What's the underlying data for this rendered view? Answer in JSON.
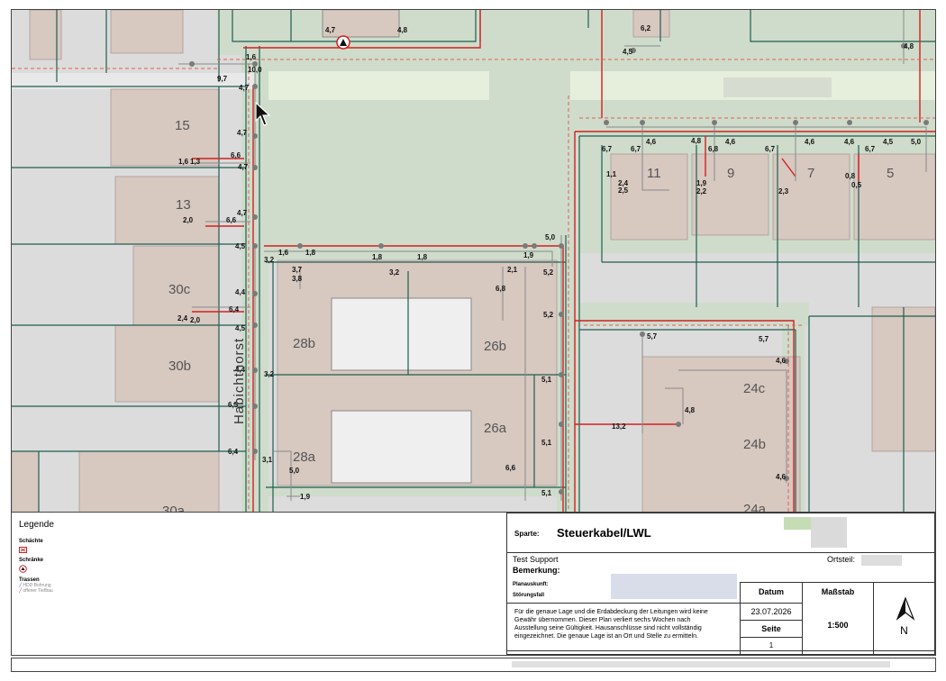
{
  "map": {
    "street_name": "Habichthorst",
    "house_numbers": [
      "15",
      "13",
      "30c",
      "30b",
      "30a",
      "28b",
      "28a",
      "26b",
      "26a",
      "24c",
      "24b",
      "24a",
      "11",
      "9",
      "7",
      "5"
    ],
    "labels": [
      "4,7",
      "4,8",
      "6,2",
      "4,5",
      "4,8",
      "1,6",
      "10,0",
      "9,7",
      "4,7",
      "4,7",
      "6,6",
      "1,6",
      "1,3",
      "4,7",
      "4,7",
      "2,0",
      "6,6",
      "4,5",
      "1,6",
      "1,8",
      "1,8",
      "1,8",
      "5,0",
      "3,2",
      "3,7",
      "3,8",
      "3,2",
      "1,9",
      "2,1",
      "5,2",
      "6,8",
      "4,4",
      "6,4",
      "2,4",
      "2,0",
      "4,5",
      "5,2",
      "4,4",
      "3,2",
      "5,1",
      "6,5",
      "5,7",
      "5,7",
      "4,6",
      "4,8",
      "13,2",
      "6,4",
      "3,1",
      "5,0",
      "5,1",
      "6,6",
      "1,9",
      "5,1",
      "4,6",
      "6,7",
      "6,7",
      "4,6",
      "4,8",
      "6,8",
      "4,6",
      "6,7",
      "4,6",
      "4,6",
      "6,7",
      "4,5",
      "5,0",
      "1,1",
      "2,4",
      "2,5",
      "1,9",
      "2,2",
      "2,3",
      "0,8",
      "0,5"
    ]
  },
  "legend": {
    "title": "Legende",
    "schaechte": "Schächte",
    "schraenke": "Schränke",
    "trassen": "Trassen",
    "hdd": "HDD Bohrung",
    "tiefbau": "offener Tiefbau"
  },
  "info": {
    "sparte_label": "Sparte:",
    "sparte_value": "Steuerkabel/LWL",
    "company": "Test Support",
    "bemerkung_label": "Bemerkung:",
    "ortsteil_label": "Ortsteil:",
    "planauskunft_label": "Planauskunft:",
    "stoerungsfall_label": "Störungsfall",
    "disclaimer": "Für die genaue Lage und die Erdabdeckung der Leitungen wird keine Gewähr übernommen. Dieser Plan verliert sechs Wochen nach Ausstellung seine Gültigkeit. Hausanschlüsse sind nicht vollständig eingezeichnet. Die genaue Lage ist an Ort und Stelle zu ermitteln.",
    "datum_label": "Datum",
    "datum_value": "23.07.2026",
    "seite_label": "Seite",
    "seite_value": "1",
    "massstab_label": "Maßstab",
    "massstab_value": "1:500",
    "north": "N"
  },
  "colors": {
    "green": "#cfdccb",
    "building": "#d7c8c0",
    "line_red": "#d32020",
    "line_green": "#1f5e4e"
  }
}
